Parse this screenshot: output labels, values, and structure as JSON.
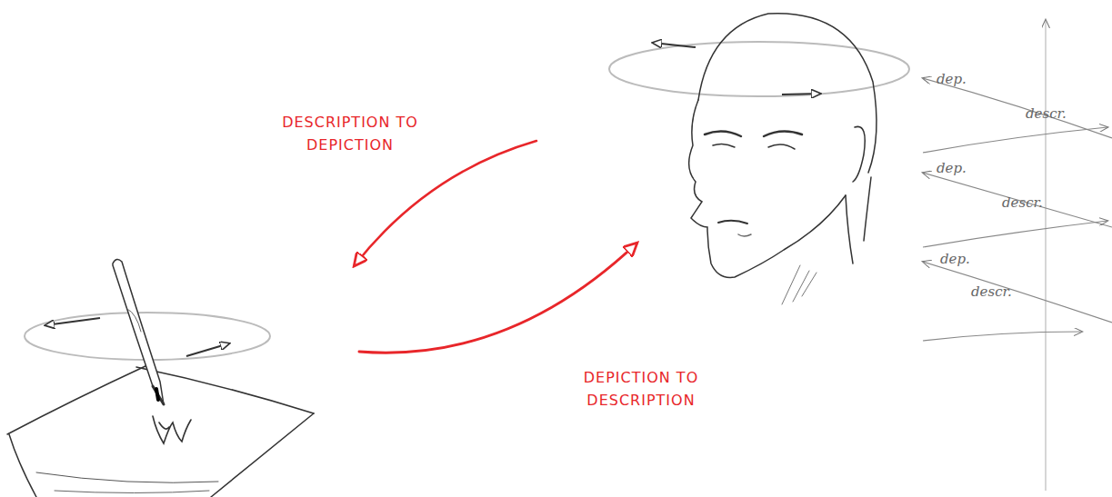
{
  "diagram": {
    "labels": [
      "DESCRIPTION TO DEPICTION",
      "DEPICTION TO DESCRIPTION",
      "dep.",
      "descr.",
      "dep.",
      "descr.",
      "dep.",
      "descr."
    ]
  }
}
